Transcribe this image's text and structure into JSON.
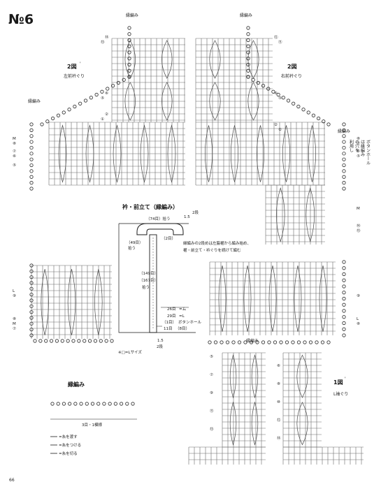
{
  "page_title": "№6",
  "page_number": "66",
  "colors": {
    "ink": "#1a1a1a",
    "grid": "#6a6a6a",
    "background": "#ffffff"
  },
  "panels": {
    "left_front_neck": {
      "fig": "2図",
      "fig_sup": "'",
      "title": "左前衿ぐり"
    },
    "right_front_neck": {
      "fig": "2図",
      "title": "右前衿ぐり"
    },
    "sleeve": {
      "fig": "1図",
      "fig_sup": "'",
      "title": "L袖ぐり"
    }
  },
  "labels": {
    "edge_knit": "縁編み",
    "button_hole_note": [
      "ボタンホール",
      "は縁編み",
      "の穴を",
      "利用し"
    ]
  },
  "collar": {
    "title": "衿・前立て（縁編み）",
    "top_rows": "1.5",
    "top_rows_unit": "2段",
    "pick1": "（74目）拾う",
    "pick2_a": "（49目）",
    "pick2_b": "拾う",
    "pick3": "（2目）",
    "pick4_a": "（149目）",
    "pick4_b": "（167目）",
    "pick4_c": "拾う",
    "note": [
      "縁編みの2段めは左脇裾から編み始め、",
      "裾・前立て・衿ぐりを続けて編む"
    ],
    "bh1_a": "26目",
    "bh1_b": "=ム",
    "bh2_a": "29目",
    "bh2_b": "=L",
    "bh3_a": "（1目）",
    "bh3_b": "ボタンホール",
    "bh4_a": "11目",
    "bh4_b": "（8目）",
    "bottom_rows": "1.5",
    "bottom_rows_unit": "2段",
    "size_note": "※□=Lサイズ"
  },
  "legend": {
    "title": "縁編み",
    "repeat": "3目・1模様",
    "items": [
      "=糸を渡す",
      "=糸をつける",
      "=糸を切る"
    ]
  },
  "row_markers": {
    "panel_left": [
      "⑭",
      "⑬",
      "⑥",
      "⑤",
      "②",
      "①",
      "M",
      "⑧",
      "⑦",
      "⑥",
      "⑤",
      "L",
      "⑨",
      "⑧",
      "M",
      "⑦"
    ],
    "panel_right": [
      "⑫",
      "⑪",
      "⑥",
      "⑤",
      "②",
      "①",
      "⑧",
      "⑦",
      "⑥",
      "⑤",
      "⑭",
      "⑬",
      "M",
      "⑨",
      "L",
      "⑧"
    ],
    "sleeve": [
      "⑤",
      "⑥",
      "⑦",
      "⑧",
      "⑨",
      "⑩",
      "⑪",
      "⑫",
      "⑬",
      "⑭"
    ]
  }
}
